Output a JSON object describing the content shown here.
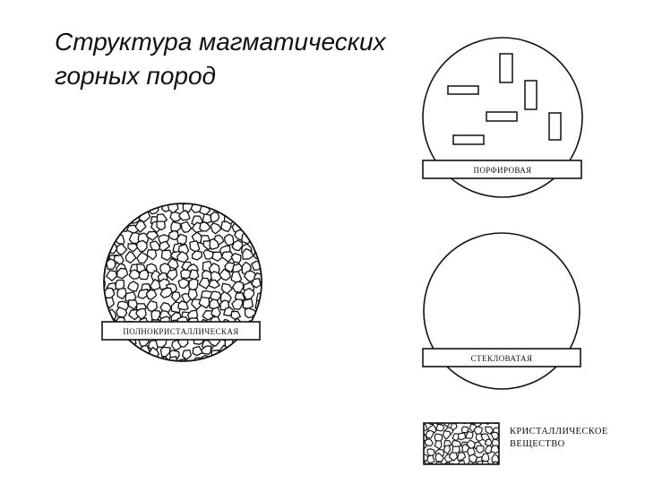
{
  "title": {
    "line1": "Структура магматических",
    "line2": "горных пород"
  },
  "textures": {
    "porphyritic": "ПОРФИРОВАЯ",
    "holocrystalline": "ПОЛНОКРИСТАЛЛИЧЕСКАЯ",
    "glassy": "СТЕКЛОВАТАЯ"
  },
  "legend": {
    "line1": "КРИСТАЛЛИЧЕСКОЕ",
    "line2": "ВЕЩЕСТВО"
  },
  "colors": {
    "ink": "#111111",
    "paper": "#ffffff"
  }
}
